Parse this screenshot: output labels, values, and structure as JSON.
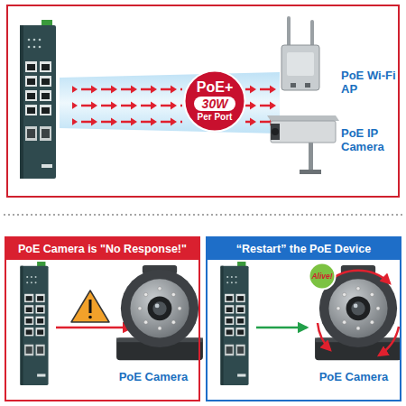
{
  "diagram": {
    "nodes": [
      {
        "text": [
          "PoE+",
          "30W",
          "Per Port"
        ]
      },
      {
        "text": [
          "PoE Camera is \"No Response!\""
        ]
      },
      {
        "text": [
          "“Restart” the PoE Device"
        ]
      },
      {
        "text": [
          "Alive!"
        ],
        "in": 2
      }
    ],
    "labels": [
      "PoE Wi-Fi AP",
      "PoE IP Camera",
      "PoE Camera",
      "PoE Camera"
    ]
  }
}
